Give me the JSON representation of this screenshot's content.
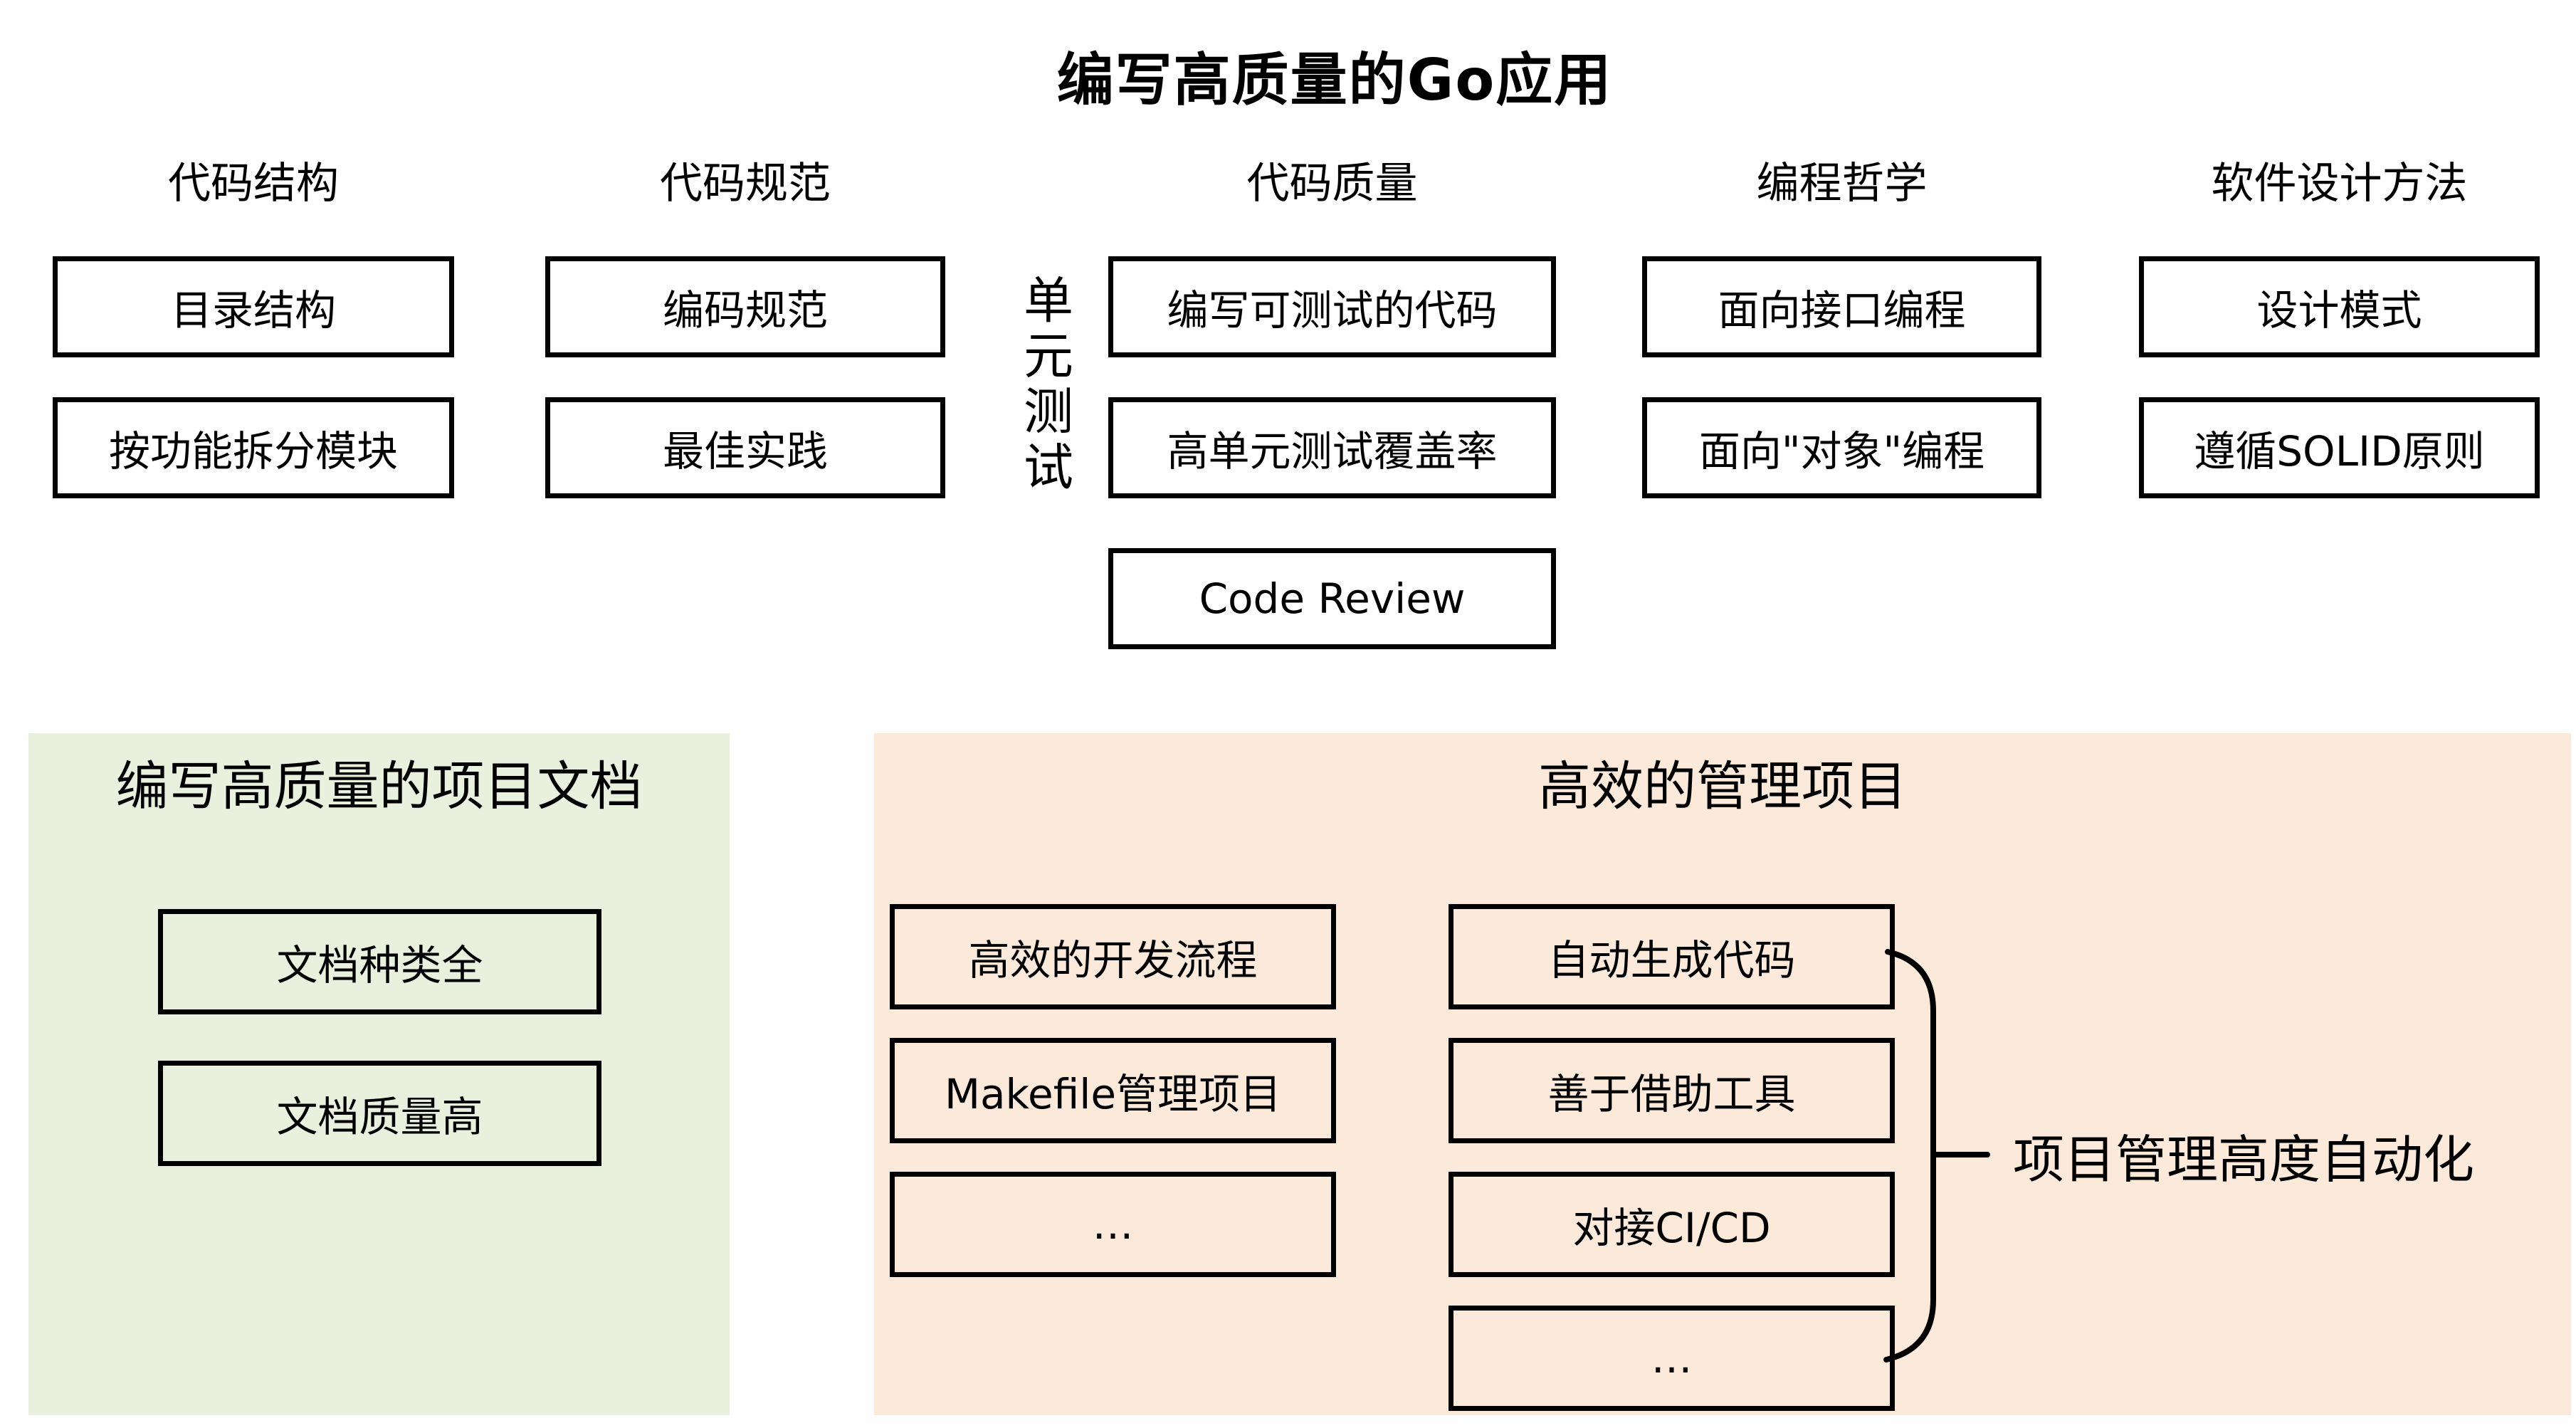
{
  "page": {
    "title": "编写高质量的Go应用",
    "background": "#ffffff"
  },
  "colors": {
    "line": "#000000",
    "top_box_fill": "#ffffff",
    "doc_panel_bg": "#e9f0de",
    "manage_panel_bg": "#fbe9da"
  },
  "top_section": {
    "unit_test_label": "单元测试",
    "columns": [
      {
        "header": "代码结构",
        "boxes": [
          "目录结构",
          "按功能拆分模块"
        ]
      },
      {
        "header": "代码规范",
        "boxes": [
          "编码规范",
          "最佳实践"
        ]
      },
      {
        "header": "代码质量",
        "boxes": [
          "编写可测试的代码",
          "高单元测试覆盖率",
          "Code Review"
        ]
      },
      {
        "header": "编程哲学",
        "boxes": [
          "面向接口编程",
          "面向\"对象\"编程"
        ]
      },
      {
        "header": "软件设计方法",
        "boxes": [
          "设计模式",
          "遵循SOLID原则"
        ]
      }
    ]
  },
  "doc_panel": {
    "title": "编写高质量的项目文档",
    "boxes": [
      "文档种类全",
      "文档质量高"
    ]
  },
  "manage_panel": {
    "title": "高效的管理项目",
    "left_boxes": [
      "高效的开发流程",
      "Makefile管理项目",
      "…"
    ],
    "right_boxes": [
      "自动生成代码",
      "善于借助工具",
      "对接CI/CD",
      "…"
    ],
    "brace_label": "项目管理高度自动化"
  }
}
